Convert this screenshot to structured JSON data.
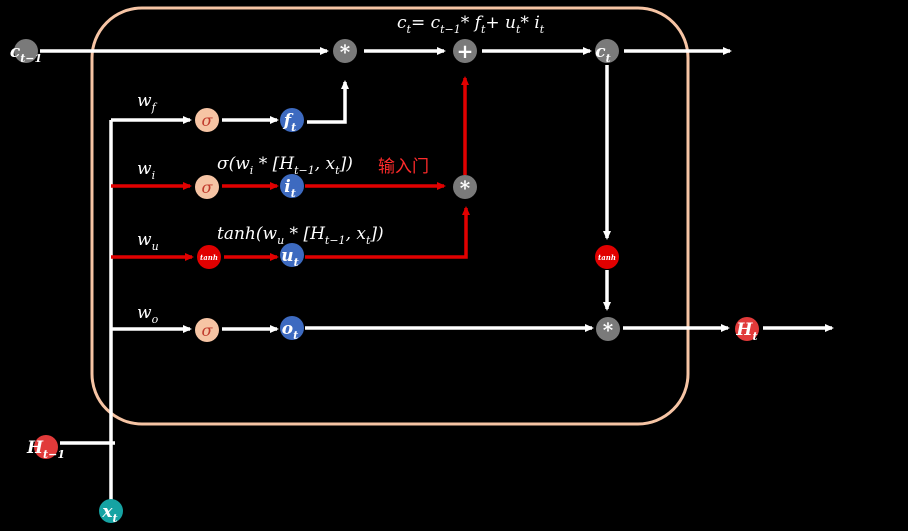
{
  "colors": {
    "background": "#000000",
    "frame": "#f6c4a4",
    "white_path": "#ffffff",
    "input_gate_path": "#e10000",
    "gray_node": "#7a7a7a",
    "sigma_node": "#f6c4a4",
    "blue_node": "#3d6ac0",
    "red_node": "#e13a3a",
    "tanh_node": "#e10000",
    "teal_node": "#16a3a3"
  },
  "nodes": {
    "c_prev": {
      "main": "c",
      "sub": "t−1",
      "icon": "gray-circle"
    },
    "h_prev": {
      "main": "H",
      "sub": "t−1",
      "icon": "red-circle"
    },
    "x_t": {
      "main": "x",
      "sub": "t",
      "icon": "teal-circle"
    },
    "mult_forget": {
      "symbol": "*"
    },
    "plus_cell": {
      "symbol": "+"
    },
    "mult_input": {
      "symbol": "*"
    },
    "mult_output": {
      "symbol": "*"
    },
    "c_t": {
      "main": "c",
      "sub": "t"
    },
    "h_t": {
      "main": "H",
      "sub": "t"
    },
    "sigma_f": {
      "symbol": "σ"
    },
    "sigma_i": {
      "symbol": "σ"
    },
    "sigma_o": {
      "symbol": "σ"
    },
    "tanh_u": {
      "symbol": "tanh"
    },
    "tanh_c": {
      "symbol": "tanh"
    },
    "f_t": {
      "main": "f",
      "sub": "t"
    },
    "i_t": {
      "main": "i",
      "sub": "t"
    },
    "u_t": {
      "main": "u",
      "sub": "t"
    },
    "o_t": {
      "main": "o",
      "sub": "t"
    }
  },
  "weights": {
    "w_f": {
      "main": "w",
      "sub": "f"
    },
    "w_i": {
      "main": "w",
      "sub": "i"
    },
    "w_u": {
      "main": "w",
      "sub": "u"
    },
    "w_o": {
      "main": "w",
      "sub": "o"
    }
  },
  "formulas": {
    "cell_update": {
      "c": "c",
      "c_sub": "t",
      "eq": "= c",
      "cprev_sub": "t−1",
      "op1": "* f",
      "f_sub": "t",
      "op2": "+ u",
      "u_sub": "t",
      "op3": "* i",
      "i_sub": "t"
    },
    "input_gate": {
      "pre": "σ(w",
      "w_sub": "i",
      "mid": " * [H",
      "h_sub": "t−1",
      "comma": ", x",
      "x_sub": "t",
      "post": "])"
    },
    "update_gate": {
      "pre": "tanh(w",
      "w_sub": "u",
      "mid": " * [H",
      "h_sub": "t−1",
      "comma": ", x",
      "x_sub": "t",
      "post": "])"
    }
  },
  "annotation": {
    "input_gate_label": "输入门"
  }
}
